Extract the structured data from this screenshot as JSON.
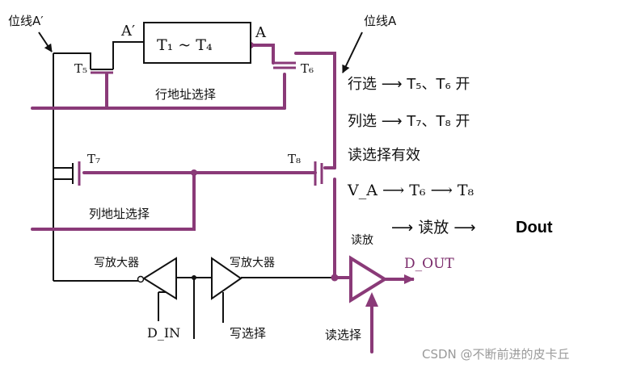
{
  "labels": {
    "bitline_a_prime": "位线A′",
    "a_prime": "A′",
    "register": "T₁  ~  T₄",
    "a": "A",
    "bitline_a": "位线A",
    "t5": "T₅",
    "t6": "T₆",
    "row_select": "行地址选择",
    "t7": "T₇",
    "t8": "T₈",
    "col_select": "列地址选择",
    "write_amp": "写放大器",
    "din": "D_IN",
    "write_select": "写选择",
    "read_amp": "读放",
    "dout": "D_OUT",
    "read_select": "读选择"
  },
  "notes": {
    "line1": "行选 ⟶ T₅、T₆ 开",
    "line2": "列选 ⟶ T₇、T₈ 开",
    "line3": "读选择有效",
    "line4": "V_A  ⟶  T₆  ⟶ T₈",
    "line5": "⟶ 读放 ⟶",
    "dout_bold": "Dout"
  },
  "watermark": "CSDN @不断前进的皮卡丘",
  "colors": {
    "accent": "#8a3a78",
    "wire": "#111111"
  }
}
